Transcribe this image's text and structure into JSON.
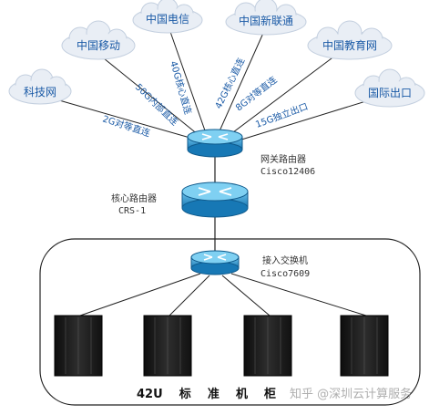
{
  "clouds": [
    {
      "label": "科技网"
    },
    {
      "label": "中国移动"
    },
    {
      "label": "中国电信"
    },
    {
      "label": "中国新联通"
    },
    {
      "label": "中国教育网"
    },
    {
      "label": "国际出口"
    }
  ],
  "links": [
    {
      "label": "2G对等直连"
    },
    {
      "label": "50G内部直连"
    },
    {
      "label": "40G核心直连"
    },
    {
      "label": "42G核心直连"
    },
    {
      "label": "8G对等直连"
    },
    {
      "label": "15G独立出口"
    }
  ],
  "gateway": {
    "name": "网关路由器",
    "model": "Cisco12406"
  },
  "core": {
    "name": "核心路由器",
    "model": "CRS-1"
  },
  "access": {
    "name": "接入交换机",
    "model": "Cisco7609"
  },
  "racks_caption": "42U    标    准    机    柜",
  "watermark": "知乎 @深圳云计算服务",
  "colors": {
    "accent": "#1f78b4",
    "cloud": "#e9eef5",
    "cloud_text": "#1a5aa6",
    "rack": "#1c1c1c"
  }
}
